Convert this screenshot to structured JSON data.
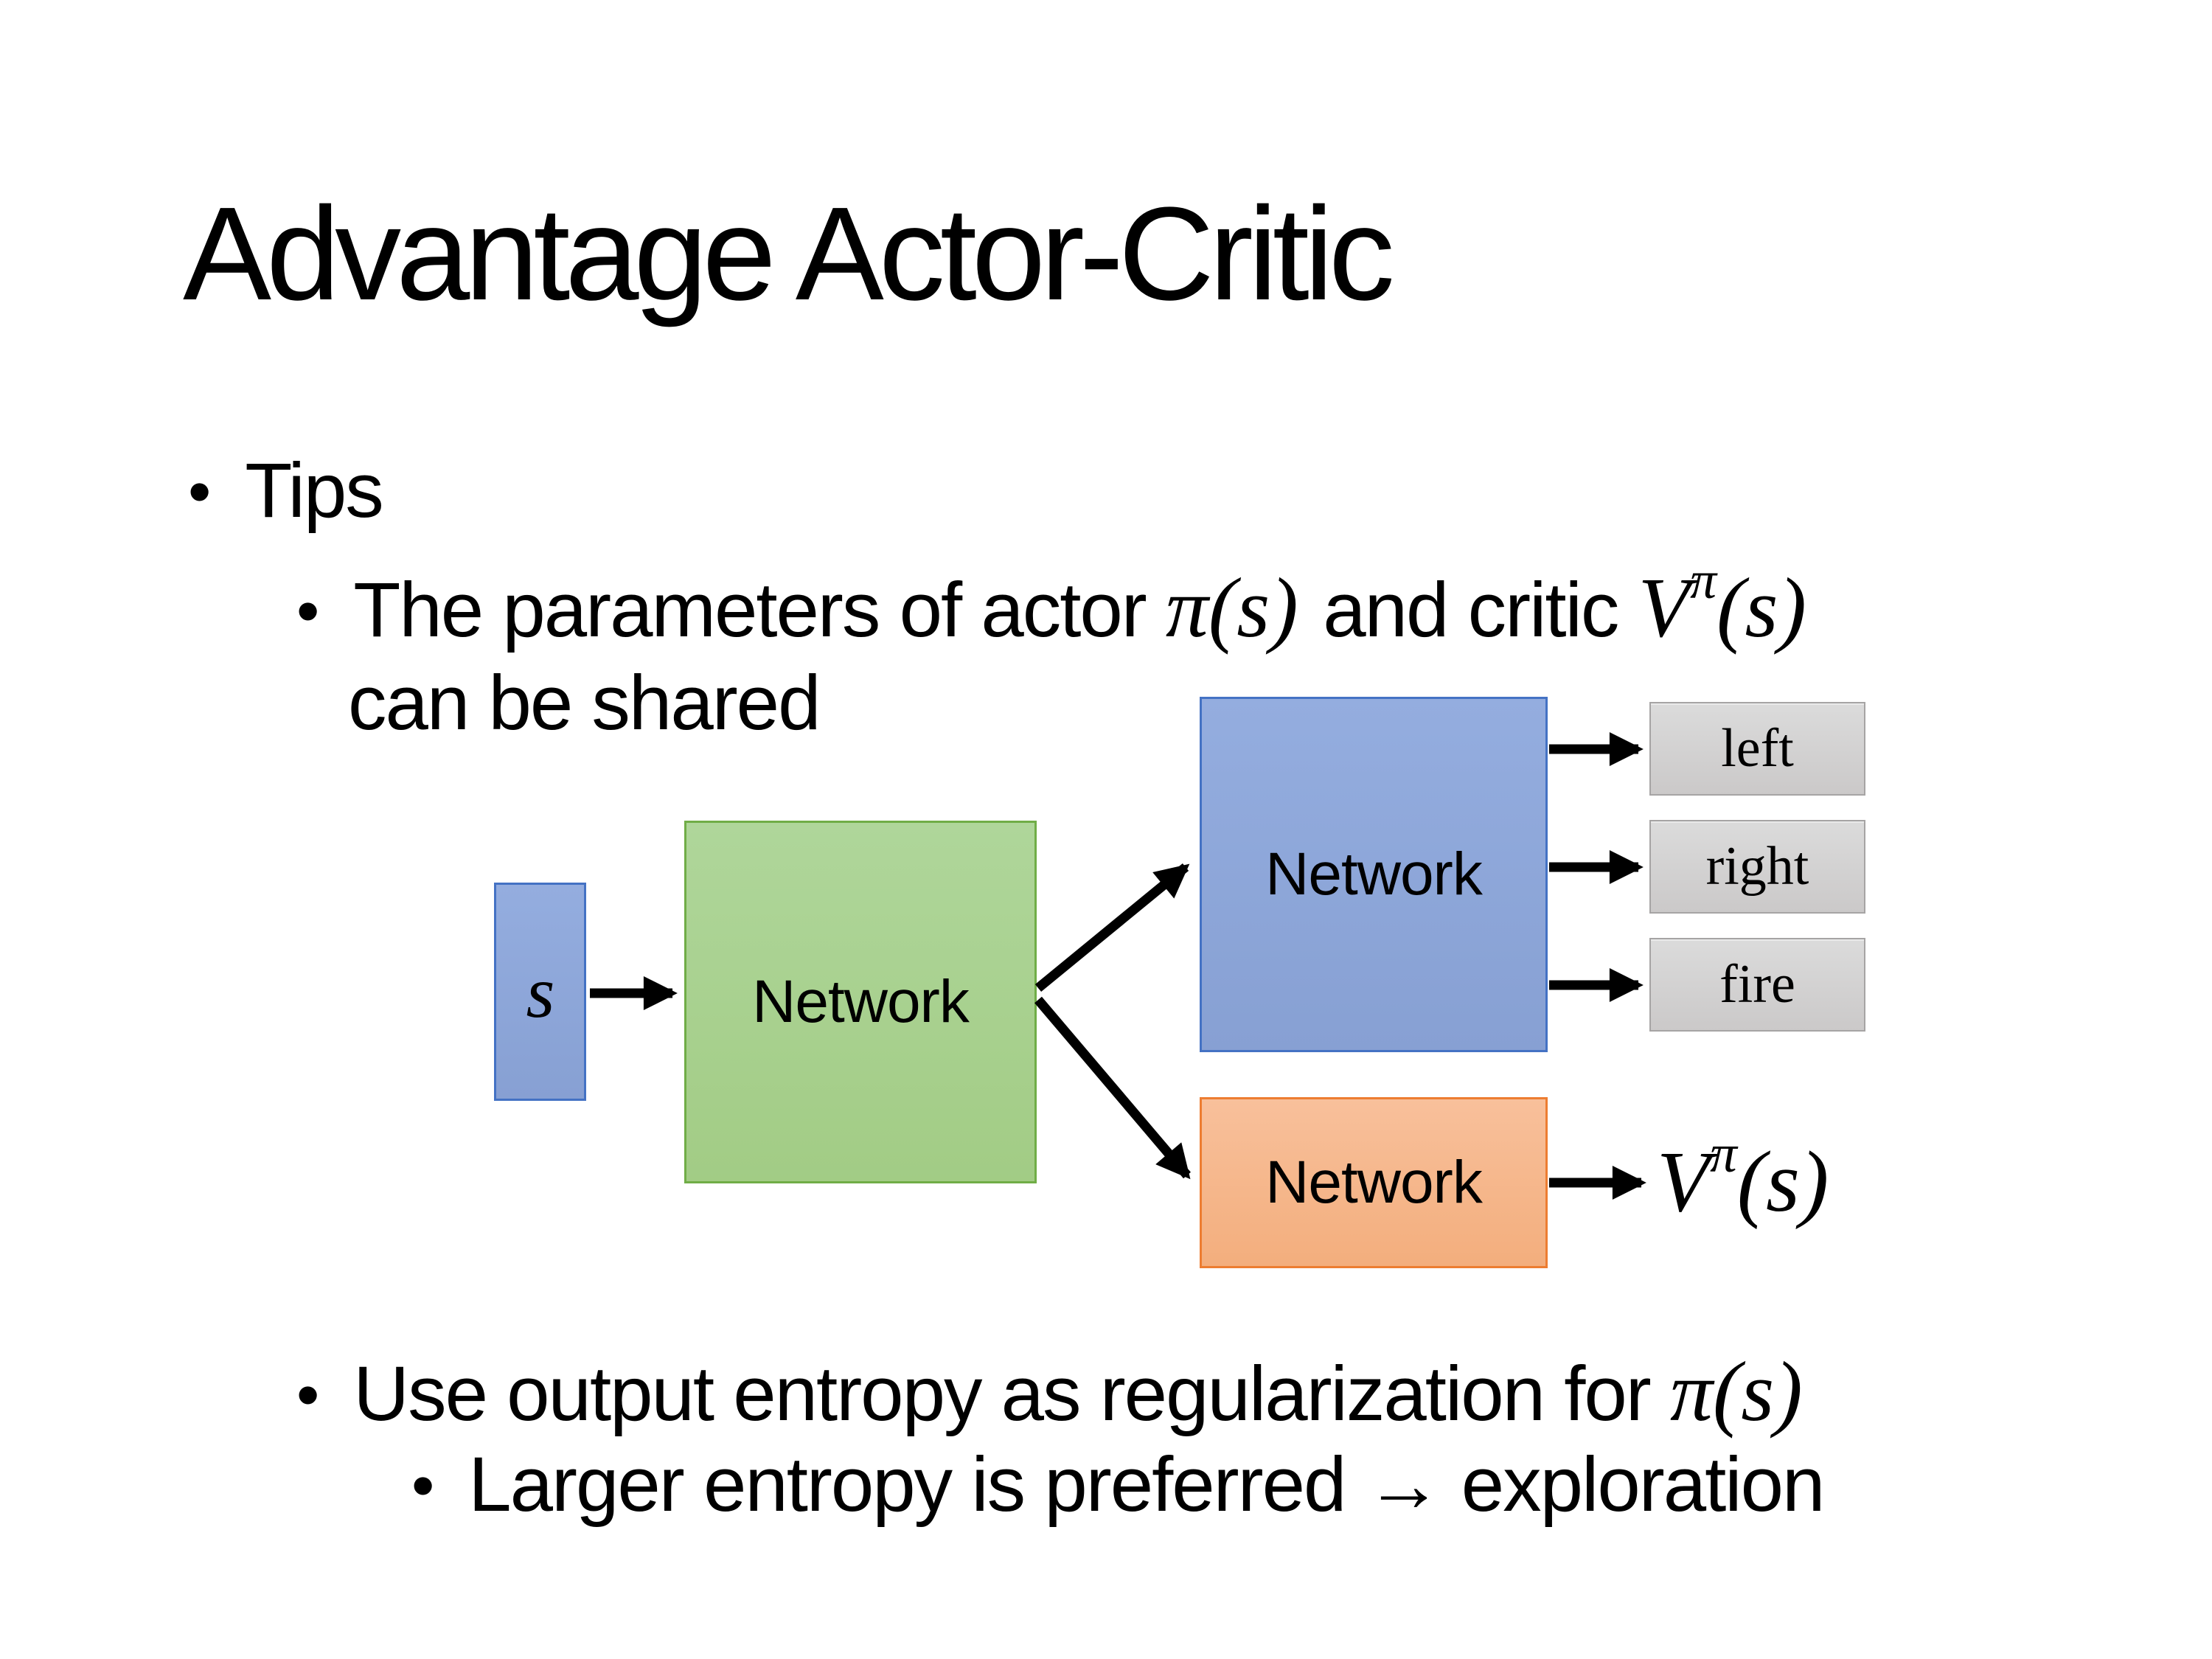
{
  "slide": {
    "bullet_char": "•",
    "title": "Advantage Actor-Critic",
    "tips_label": "Tips",
    "param_line": {
      "pre": "The parameters of actor ",
      "actor_math": "π(s)",
      "mid": "and critic ",
      "critic_base": "V",
      "critic_sup": "π",
      "critic_args": "(s)",
      "line2": "can be shared"
    },
    "entropy_line": {
      "pre": "Use output entropy as regularization for ",
      "math": "π(s)"
    },
    "exploration_line": "Larger entropy is preferred → exploration",
    "diagram": {
      "state_label": "s",
      "shared_network_label": "Network",
      "actor_network_label": "Network",
      "critic_network_label": "Network",
      "action_left": "left",
      "action_right": "right",
      "action_fire": "fire",
      "value_base": "V",
      "value_sup": "π",
      "value_args": "(s)",
      "colors": {
        "state_fill": "#8FAADC",
        "state_border": "#4472C4",
        "shared_fill": "#A9D18E",
        "shared_border": "#70AD47",
        "actor_fill": "#8FAADC",
        "actor_border": "#4472C4",
        "critic_fill": "#F4B183",
        "critic_border": "#ED7D31",
        "action_fill": "#D2D0D0",
        "action_border": "#A6A4A4",
        "arrow": "#000000"
      }
    }
  }
}
